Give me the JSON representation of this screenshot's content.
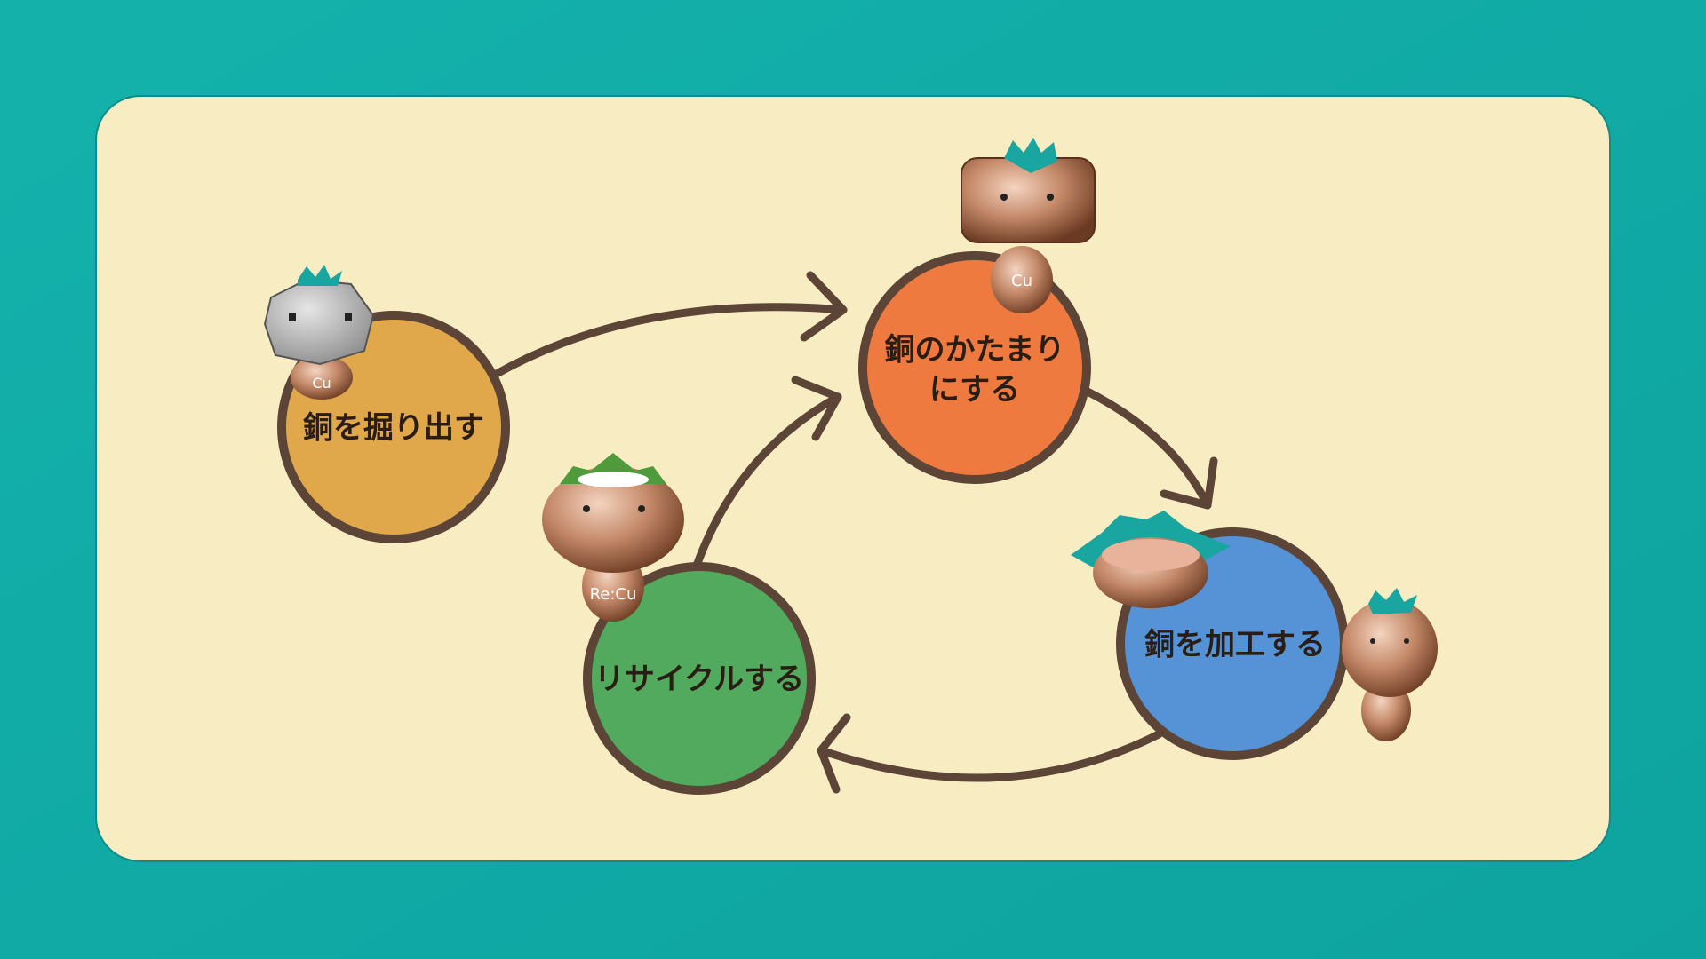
{
  "title": "Copper recycling cycle",
  "steps": [
    {
      "label": "銅を掘り出す",
      "color": "#e0a84a"
    },
    {
      "label_line1": "銅のかたまり",
      "label_line2": "にする",
      "color": "#ee7a40"
    },
    {
      "label": "銅を加工する",
      "color": "#5592d6"
    },
    {
      "label": "リサイクルする",
      "color": "#52aa5e"
    }
  ],
  "mascot_text": {
    "cu": "Cu",
    "recycle_cu": "Re:Cu"
  },
  "colors": {
    "background": "#11aaa5",
    "panel": "#f8ecc3",
    "outline": "#5c4536"
  }
}
